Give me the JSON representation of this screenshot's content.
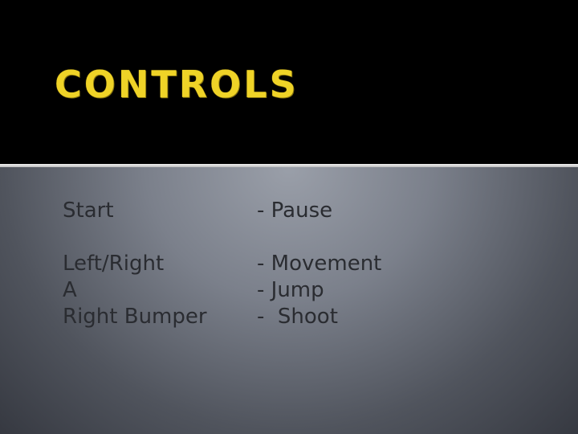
{
  "slide": {
    "title": "CONTROLS",
    "controls": [
      {
        "key": "Start",
        "action": "- Pause"
      },
      {
        "key": "Left/Right",
        "action": "- Movement"
      },
      {
        "key": "A",
        "action": "- Jump"
      },
      {
        "key": "Right Bumper",
        "action": "-  Shoot"
      }
    ]
  },
  "colors": {
    "title": "#efd327",
    "header_background": "#000000",
    "divider": "#f2f2f2",
    "body_text": "#2a2c31"
  }
}
